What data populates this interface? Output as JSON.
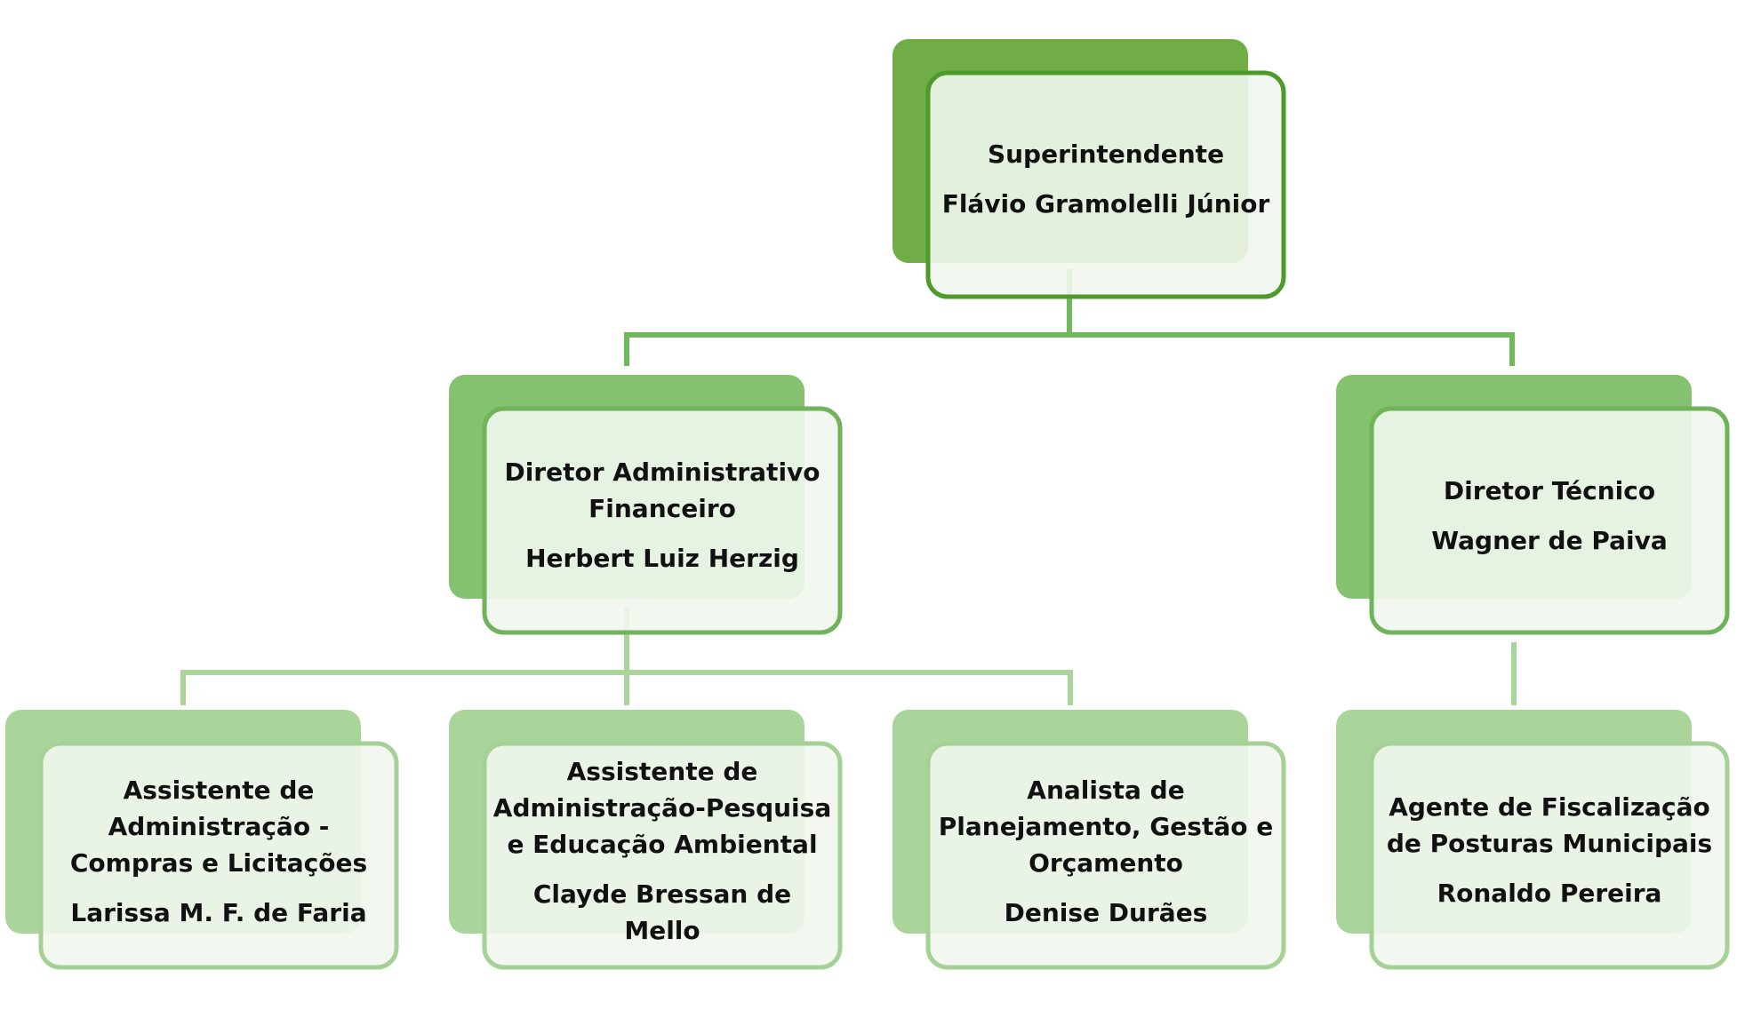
{
  "colors": {
    "level1_back": "#70ad47",
    "level1_border": "#4e9a2a",
    "level2_back": "#84c270",
    "level2_border": "#6fb35a",
    "level3_back": "#a9d49a",
    "level3_border": "#a6d196",
    "front_fill": "#f1f7ee",
    "connector_top": "#70b85c",
    "connector_bottom": "#a9d49a"
  },
  "nodes": {
    "superintendente": {
      "role": [
        "Superintendente"
      ],
      "name": [
        "Flávio Gramolelli Júnior"
      ]
    },
    "diretor_adm": {
      "role": [
        "Diretor Administrativo",
        "Financeiro"
      ],
      "name": [
        "Herbert Luiz Herzig"
      ]
    },
    "diretor_tec": {
      "role": [
        "Diretor Técnico"
      ],
      "name": [
        "Wagner de Paiva"
      ]
    },
    "assistente_compras": {
      "role": [
        "Assistente de",
        "Administração -",
        "Compras e Licitações"
      ],
      "name": [
        "Larissa M. F. de Faria"
      ]
    },
    "assistente_pesquisa": {
      "role": [
        "Assistente de",
        "Administração-Pesquisa",
        "e Educação Ambiental"
      ],
      "name": [
        "Clayde Bressan de",
        "Mello"
      ]
    },
    "analista": {
      "role": [
        "Analista de",
        "Planejamento, Gestão e",
        "Orçamento"
      ],
      "name": [
        "Denise Durães"
      ]
    },
    "agente": {
      "role": [
        "Agente de Fiscalização",
        "de Posturas Municipais"
      ],
      "name": [
        "Ronaldo Pereira"
      ]
    }
  }
}
